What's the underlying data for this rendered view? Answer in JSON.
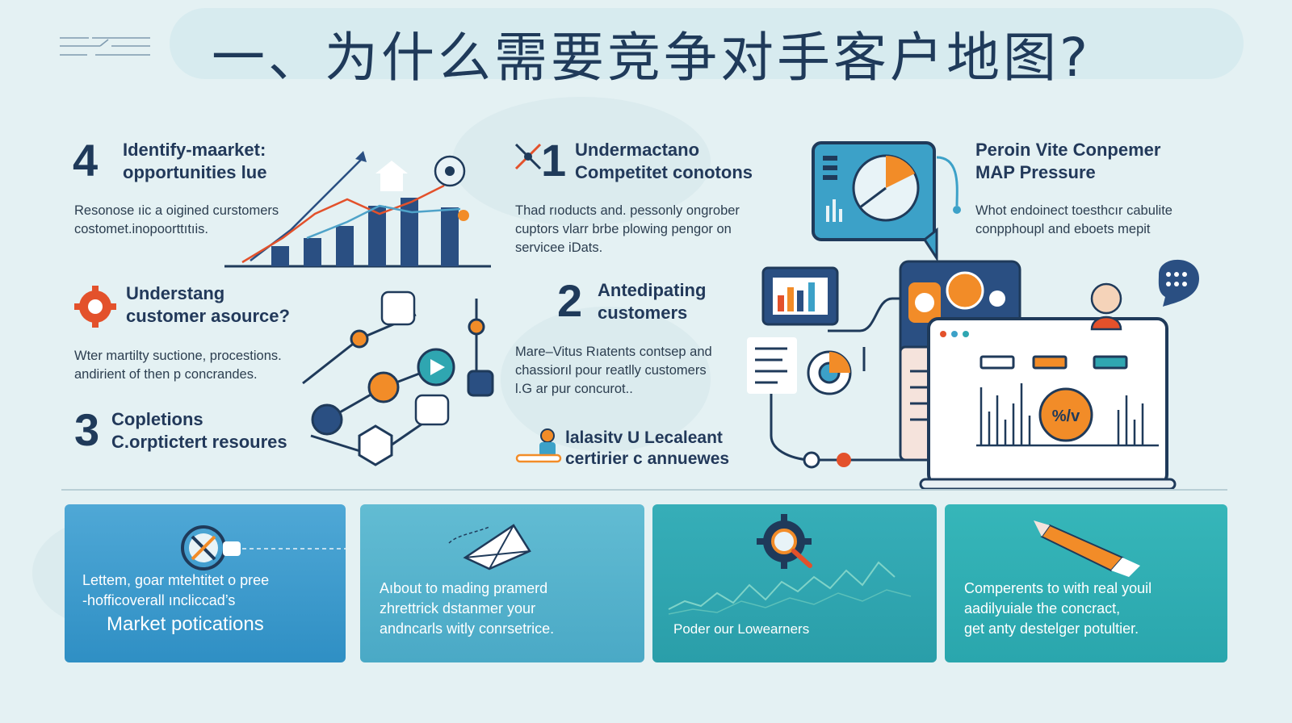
{
  "title": "一、为什么需要竞争对手客户地图?",
  "sections": [
    {
      "number": "4",
      "heading_line1": "Identify-maarket:",
      "heading_line2": "opportunities lue",
      "body_line1": "Resonose ıic a oigined curstomers",
      "body_line2": "costomet.inopoorttıtıis."
    },
    {
      "number": "1",
      "heading_line1": "Undermactano",
      "heading_line2": "Competitet conotons",
      "body_line1": "Thad rıoducts and. pessonly ongrober",
      "body_line2": "cuptors vlarr brbe plowing pengor on",
      "body_line3": "servicee iDats."
    },
    {
      "heading_line1": "Peroin Vite Conpemer",
      "heading_line2": "MAP     Pressure",
      "body_line1": "Whot endoinect toesthcır cabulite",
      "body_line2": "conpphoupl and eboets mepit"
    },
    {
      "heading_line1": "Understang",
      "heading_line2": "customer asource?",
      "body_line1": "Wter martilty suctione, procestions.",
      "body_line2": "andirient of then p concrandes."
    },
    {
      "number": "2",
      "heading_line1": "Antedipating",
      "heading_line2": "customers",
      "body_line1": "Mare–Vitus Rıatents contsep and",
      "body_line2": "chassiorıl pour reatlly customers",
      "body_line3": "l.G ar pur concurot.."
    },
    {
      "number": "3",
      "heading_line1": "Copletions",
      "heading_line2": "C.orptictert resoures"
    },
    {
      "heading_line1": "lalasitv U Lecaleant",
      "heading_line2": "certirier c annuewes"
    }
  ],
  "cards": [
    {
      "line1": "Lettem, goar mtehtitet o pree",
      "line2": "-hofficoverall ıncliccad’s",
      "big": "Market potications",
      "color": "#3b9cce"
    },
    {
      "line1": "Aıbout to mading pramerd",
      "line2": "zhrettrick dstanmer your",
      "line3": "andncarls witly conrsetrice.",
      "color": "#55b3cc"
    },
    {
      "line1": "Poder our Lowearners",
      "color": "#2fa6b1"
    },
    {
      "line1": "Comperents to with real youil",
      "line2": "aadilyuiale the concract,",
      "line3": "get anty destelger potultier.",
      "color": "#2cb0b5"
    }
  ],
  "illustration": {
    "badge_text": "%/v"
  },
  "colors": {
    "navy": "#1f3a5a",
    "accent_orange": "#f28c28",
    "accent_red": "#e3512b",
    "teal": "#2fa6b1",
    "light_blue": "#4fa3c9"
  }
}
